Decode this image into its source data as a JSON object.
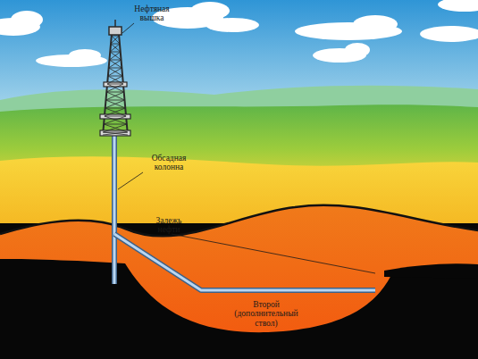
{
  "diagram": {
    "labels": [
      "Нефтяная вышка",
      "Обсадная колонна",
      "Залежь нефти",
      "Второй (дополнительный ствол)"
    ]
  }
}
